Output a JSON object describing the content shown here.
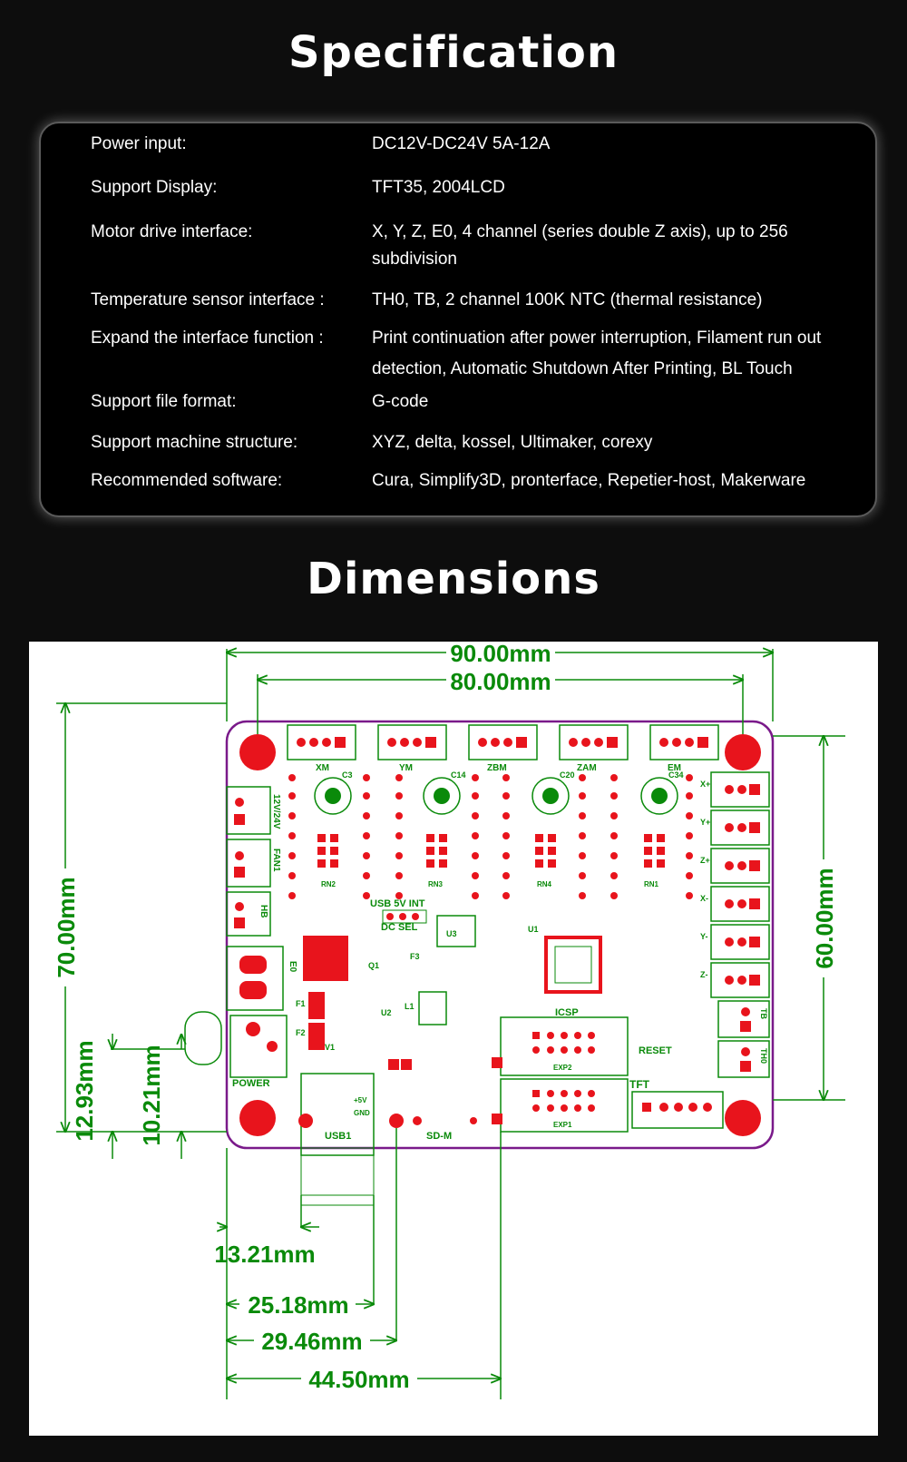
{
  "spec": {
    "title": "Specification",
    "rows": [
      {
        "label": "Power input:",
        "value": "DC12V-DC24V  5A-12A"
      },
      {
        "label": "Support Display:",
        "value": "TFT35, 2004LCD"
      },
      {
        "label": "Motor drive interface:",
        "value": "X, Y, Z, E0, 4 channel (series double Z axis), up to 256 subdivision"
      },
      {
        "label": "Temperature sensor interface :",
        "value": "TH0, TB, 2 channel 100K NTC (thermal resistance)"
      },
      {
        "label": "Expand the interface function :",
        "value": "Print continuation after power interruption, Filament run out detection, Automatic Shutdown After Printing, BL Touch"
      },
      {
        "label": "Support file format:",
        "value": "G-code"
      },
      {
        "label": "Support machine structure:",
        "value": "XYZ, delta, kossel, Ultimaker, corexy"
      },
      {
        "label": "Recommended software:",
        "value": "Cura, Simplify3D, pronterface, Repetier-host, Makerware"
      }
    ]
  },
  "dimensions": {
    "title": "Dimensions",
    "width_total": "90.00mm",
    "width_holes": "80.00mm",
    "height_total": "70.00mm",
    "height_holes": "60.00mm",
    "left_offset_a": "12.93mm",
    "left_offset_b": "10.21mm",
    "bottom_a": "13.21mm",
    "bottom_b": "25.18mm",
    "bottom_c": "29.46mm",
    "bottom_d": "44.50mm"
  },
  "board": {
    "motor_labels": [
      "XM",
      "YM",
      "ZBM",
      "ZAM",
      "EM"
    ],
    "left_labels": [
      "12V/24V",
      "FAN1",
      "HB",
      "E0"
    ],
    "right_labels": [
      "X+",
      "Y+",
      "Z+",
      "X-",
      "Y-",
      "Z-"
    ],
    "right_bottom_labels": [
      "TB",
      "TH0"
    ],
    "bottom_labels": [
      "POWER",
      "USB1",
      "SD-M",
      "EXP2",
      "EXP1",
      "TFT",
      "RESET",
      "ICSP"
    ],
    "misc_labels": [
      "USB 5V INT",
      "DC SEL",
      "U3",
      "U1",
      "L1",
      "F1",
      "F2",
      "F3",
      "Q1",
      "U2",
      "V1",
      "+5V",
      "GND",
      "C3",
      "C14",
      "C20",
      "C34",
      "RN1",
      "RN2",
      "RN3",
      "RN4"
    ]
  },
  "colors": {
    "background": "#0d0d0d",
    "dimension_green": "#0a8a0a",
    "board_outline": "#7a1a8a",
    "pad_red": "#e8141c"
  }
}
